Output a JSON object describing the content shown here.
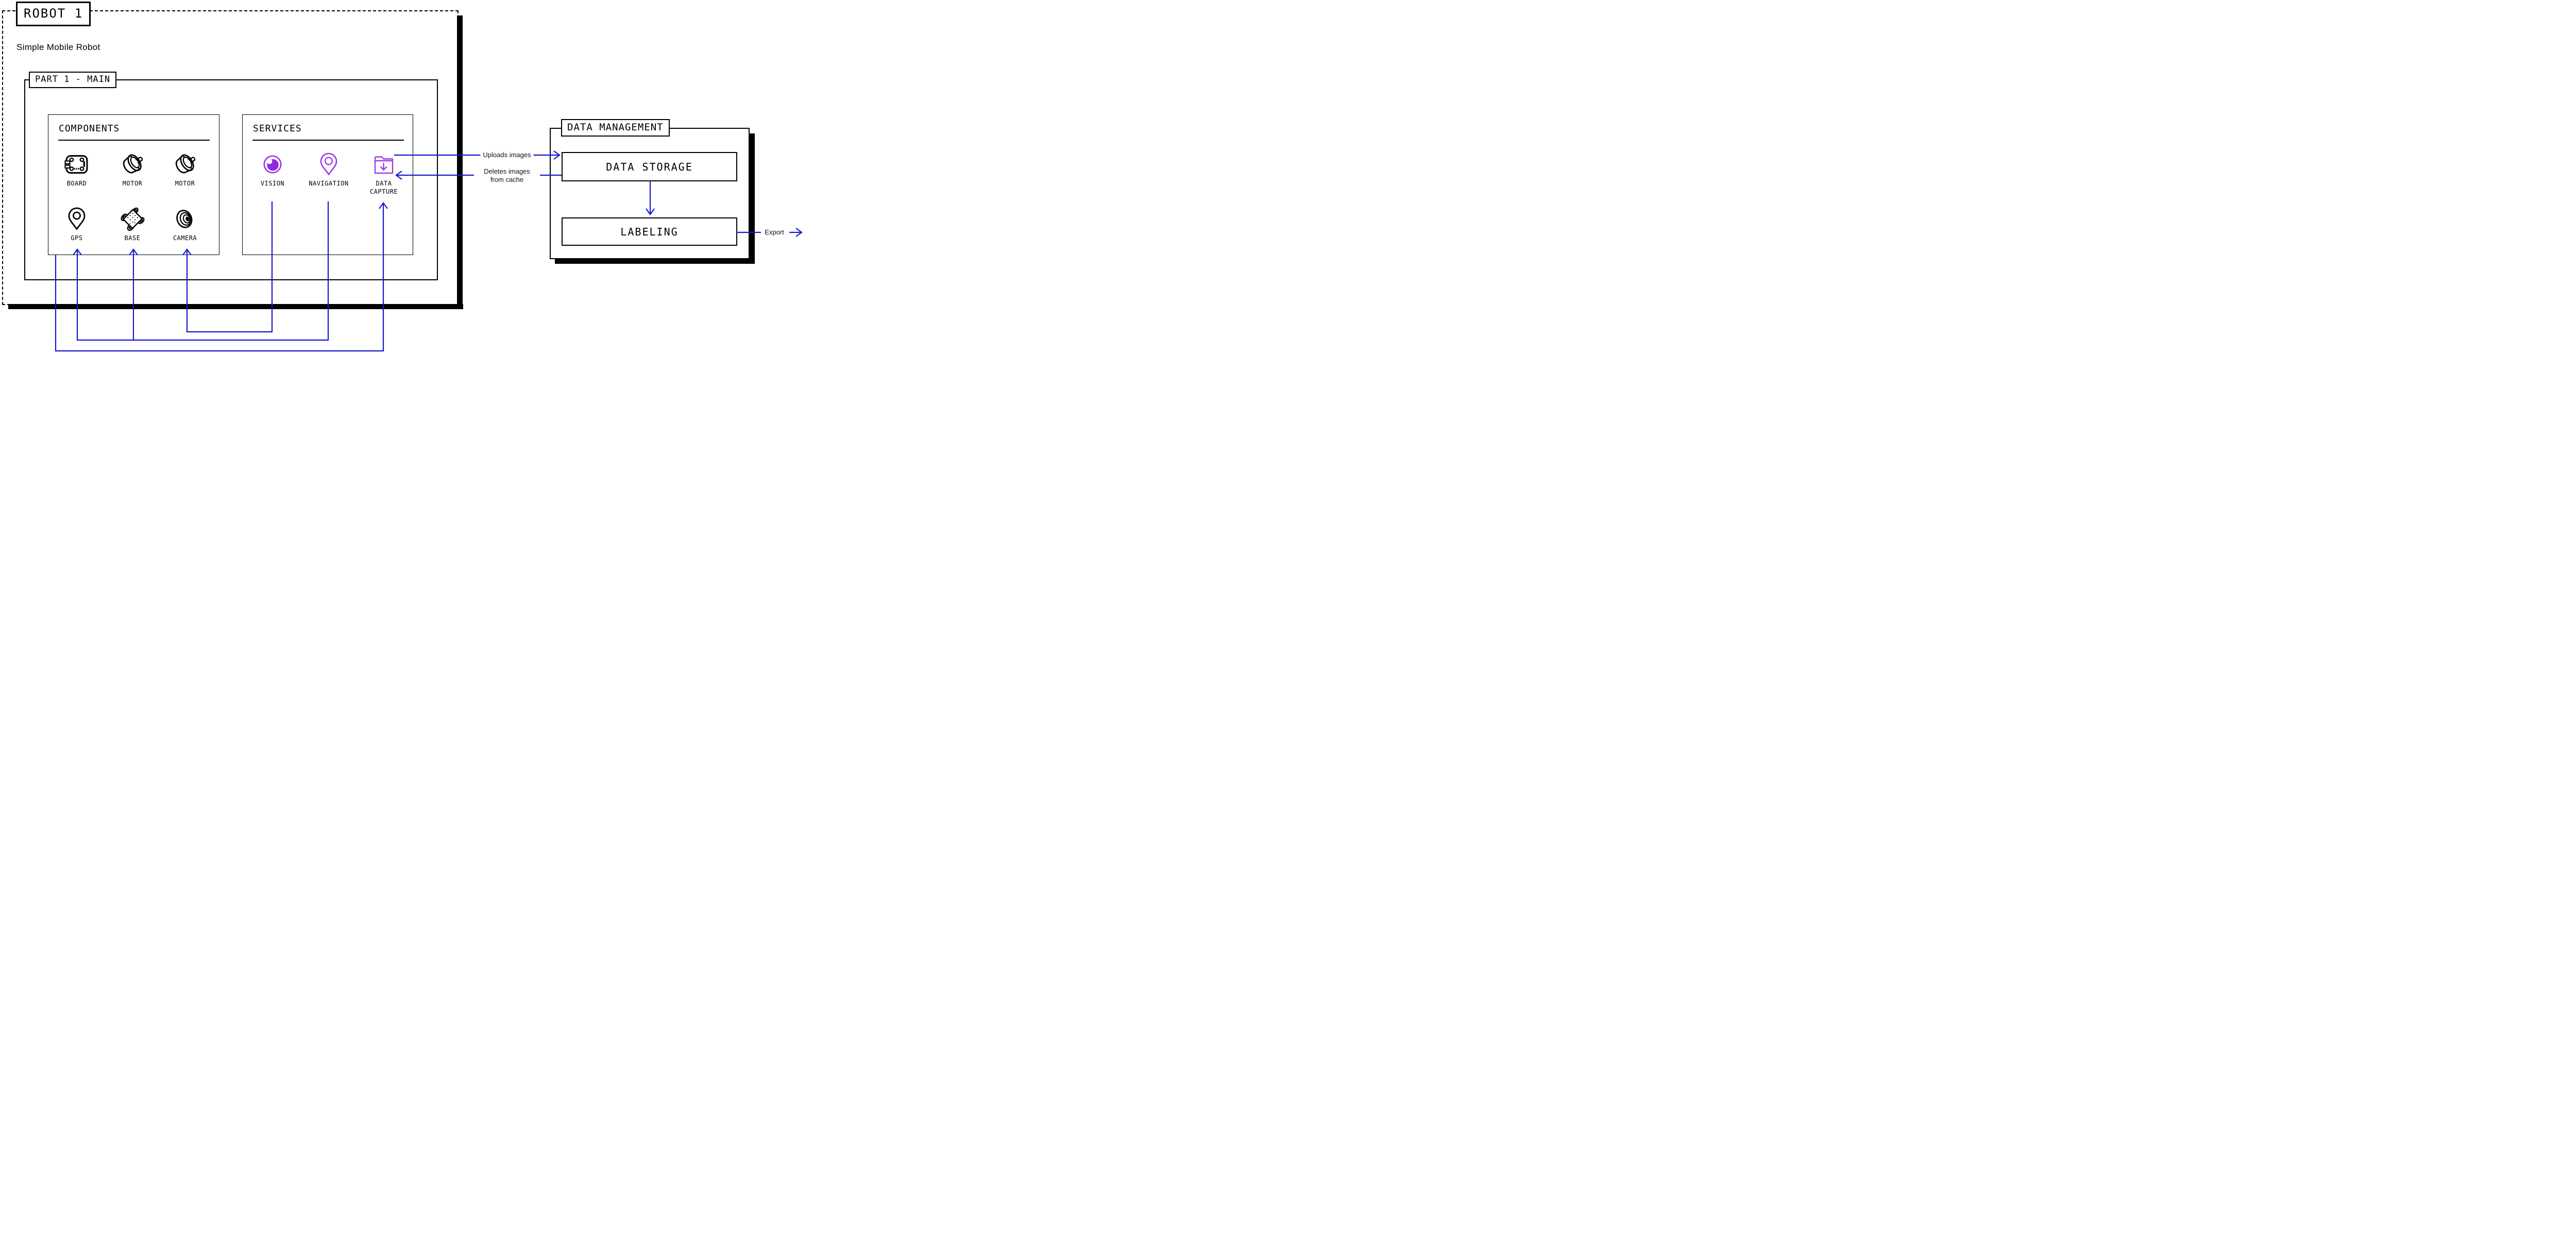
{
  "colors": {
    "connector_blue": "#1717CF",
    "service_purple": "#9C39E8",
    "eye_fill_purple": "#8F2BDD",
    "line_black": "#000000"
  },
  "robot": {
    "title": "ROBOT 1",
    "subtitle": "Simple Mobile Robot",
    "part": {
      "title": "PART 1 - MAIN",
      "components": {
        "title": "COMPONENTS",
        "items": [
          {
            "label": "BOARD",
            "icon": "board-icon"
          },
          {
            "label": "MOTOR",
            "icon": "motor-icon"
          },
          {
            "label": "MOTOR",
            "icon": "motor-icon"
          },
          {
            "label": "GPS",
            "icon": "gps-pin-icon"
          },
          {
            "label": "BASE",
            "icon": "base-icon"
          },
          {
            "label": "CAMERA",
            "icon": "camera-icon"
          }
        ]
      },
      "services": {
        "title": "SERVICES",
        "items": [
          {
            "label": "VISION",
            "icon": "vision-eye-icon"
          },
          {
            "label": "NAVIGATION",
            "icon": "navigation-pin-icon"
          },
          {
            "label": "DATA CAPTURE",
            "icon": "data-capture-folder-icon"
          }
        ]
      }
    }
  },
  "data_management": {
    "title": "DATA MANAGEMENT",
    "storage_label": "DATA STORAGE",
    "labeling_label": "LABELING"
  },
  "connections": {
    "uploads_label": "Uploads images",
    "deletes_label": "Deletes images from cache",
    "export_label": "Export"
  }
}
